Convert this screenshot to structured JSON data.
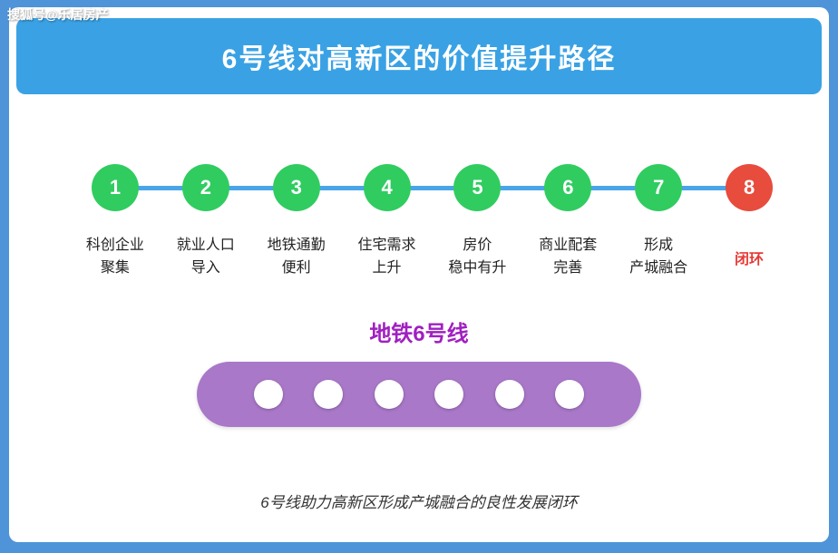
{
  "watermark": "搜狐号@乐居房产",
  "header": {
    "title": "6号线对高新区的价值提升路径"
  },
  "flow": {
    "steps": [
      {
        "num": "1",
        "label": "科创企业\n聚集"
      },
      {
        "num": "2",
        "label": "就业人口\n导入"
      },
      {
        "num": "3",
        "label": "地铁通勤\n便利"
      },
      {
        "num": "4",
        "label": "住宅需求\n上升"
      },
      {
        "num": "5",
        "label": "房价\n稳中有升"
      },
      {
        "num": "6",
        "label": "商业配套\n完善"
      },
      {
        "num": "7",
        "label": "形成\n产城融合"
      },
      {
        "num": "8",
        "label": "闭环"
      }
    ]
  },
  "metro": {
    "title": "地铁6号线",
    "station_count": 6
  },
  "footer": {
    "caption": "6号线助力高新区形成产城融合的良性发展闭环"
  },
  "colors": {
    "frame_blue": "#4f94d8",
    "header_blue": "#3aa2e4",
    "line_blue": "#4aa5e8",
    "step_green": "#30cc60",
    "step_red": "#e74c3c",
    "capsule_purple": "#a978c9",
    "metro_title_purple": "#a020c0",
    "loop_text_red": "#e53935"
  }
}
